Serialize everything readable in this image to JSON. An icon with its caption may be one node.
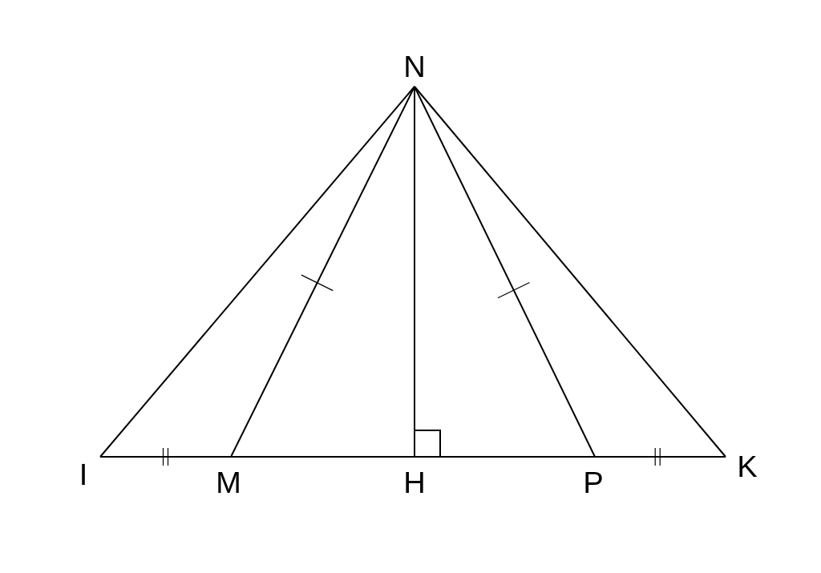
{
  "diagram": {
    "nodes": [
      {
        "text": [
          "N"
        ]
      },
      {
        "text": [
          "I"
        ]
      },
      {
        "text": [
          "M"
        ]
      },
      {
        "text": [
          "H"
        ]
      },
      {
        "text": [
          "P"
        ]
      },
      {
        "text": [
          "K"
        ]
      }
    ],
    "edges": [
      {
        "from": 0,
        "to": 1,
        "arrow": "none"
      },
      {
        "from": 0,
        "to": 2,
        "arrow": "none"
      },
      {
        "from": 0,
        "to": 3,
        "arrow": "none"
      },
      {
        "from": 0,
        "to": 4,
        "arrow": "none"
      },
      {
        "from": 0,
        "to": 5,
        "arrow": "none"
      },
      {
        "from": 1,
        "to": 2,
        "arrow": "none"
      },
      {
        "from": 2,
        "to": 3,
        "arrow": "none"
      },
      {
        "from": 3,
        "to": 4,
        "arrow": "none"
      },
      {
        "from": 4,
        "to": 5,
        "arrow": "none"
      }
    ]
  }
}
